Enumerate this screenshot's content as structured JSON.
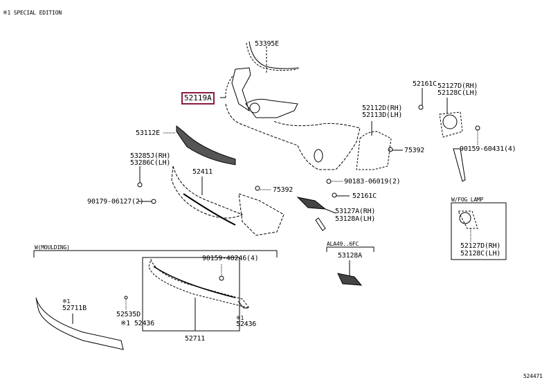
{
  "header": {
    "note": "※1 SPECIAL EDITION"
  },
  "footer": {
    "diagram_id": "524471"
  },
  "highlight_color": "#8b1a3a",
  "parts": {
    "p53395E": "53395E",
    "p52119A": "52119A",
    "p53112E": "53112E",
    "p53285J": "53285J(RH)",
    "p53286C": "53286C(LH)",
    "p52411": "52411",
    "p90179": "90179-06127(2)",
    "p75392a": "75392",
    "p90183": "90183-06019(2)",
    "p52161C_a": "52161C",
    "p53127A": "53127A(RH)",
    "p53128A_lh": "53128A(LH)",
    "p52112D": "52112D(RH)",
    "p52113D": "52113D(LH)",
    "p75392b": "75392",
    "p52161C_b": "52161C",
    "p52127D": "52127D(RH)",
    "p52128C": "52128C(LH)",
    "p90159_60431": "90159-60431(4)"
  },
  "groups": {
    "fog_lamp": {
      "title": "W/FOG LAMP",
      "p52127D": "52127D(RH)",
      "p52128C": "52128C(LH)"
    },
    "exc": {
      "title": "ALA49..6FC",
      "p53128A": "53128A"
    },
    "moulding": {
      "title": "W(MOULDING)",
      "note_a": "※1",
      "p52711B": "52711B",
      "p52535D": "52535D",
      "p52436_l": "※1 52436",
      "p90159_40246": "90159-40246(4)",
      "note_b": "※1",
      "p52436_r": "52436",
      "p52711": "52711"
    }
  }
}
